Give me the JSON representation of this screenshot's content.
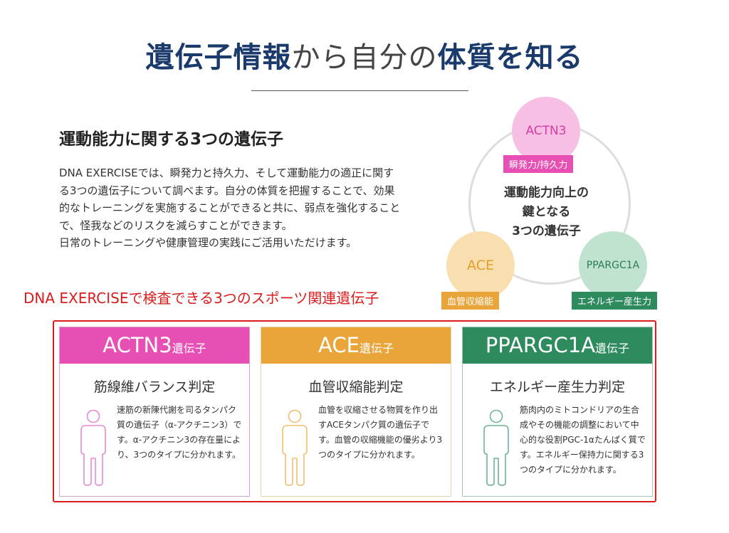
{
  "title": {
    "part1": "遺伝子情報",
    "part2": "から自分の",
    "part3": "体質を知る"
  },
  "sub_heading": "運動能力に関する3つの遺伝子",
  "intro": {
    "para1": "DNA EXERCISEでは、瞬発力と持久力、そして運動能力の適正に関する3つの遺伝子について調べます。自分の体質を把握することで、効果的なトレーニングを実施することができると共に、弱点を強化することで、怪我などのリスクを減らすことができます。",
    "para2": "日常のトレーニングや健康管理の実践にご活用いただけます。"
  },
  "diagram": {
    "center_lines": [
      "運動能力向上の",
      "鍵となる",
      "3つの遺伝子"
    ],
    "genes": [
      {
        "name": "ACTN3",
        "tag": "瞬発力/持久力"
      },
      {
        "name": "ACE",
        "tag": "血管収縮能"
      },
      {
        "name": "PPARGC1A",
        "tag": "エネルギー産生力"
      }
    ]
  },
  "red_heading": "DNA EXERCISEで検査できる3つのスポーツ関連遺伝子",
  "cards": [
    {
      "gene": "ACTN3",
      "suffix": "遺伝子",
      "name": "筋線維バランス判定",
      "desc": "速筋の新陳代謝を司るタンパク質の遺伝子（α-アクチニン3）です。α-アクチニン3の存在量により、3つのタイプに分かれます。"
    },
    {
      "gene": "ACE",
      "suffix": "遺伝子",
      "name": "血管収縮能判定",
      "desc": "血管を収縮させる物質を作り出すACEタンパク質の遺伝子です。血管の収縮機能の優劣より3つのタイプに分かれます。"
    },
    {
      "gene": "PPARGC1A",
      "suffix": "遺伝子",
      "name": "エネルギー産生力判定",
      "desc": "筋肉内のミトコンドリアの生合成やその機能の調整において中心的な役割PGC-1αたんぱく質です。エネルギー保持力に関する3つのタイプに分かれます。"
    }
  ],
  "colors": {
    "actn3": "#e84fb4",
    "ace": "#e9a53a",
    "ppargc1a": "#2e8b5d",
    "accent_red": "#d91c1c",
    "title_blue": "#1a3a6c"
  }
}
